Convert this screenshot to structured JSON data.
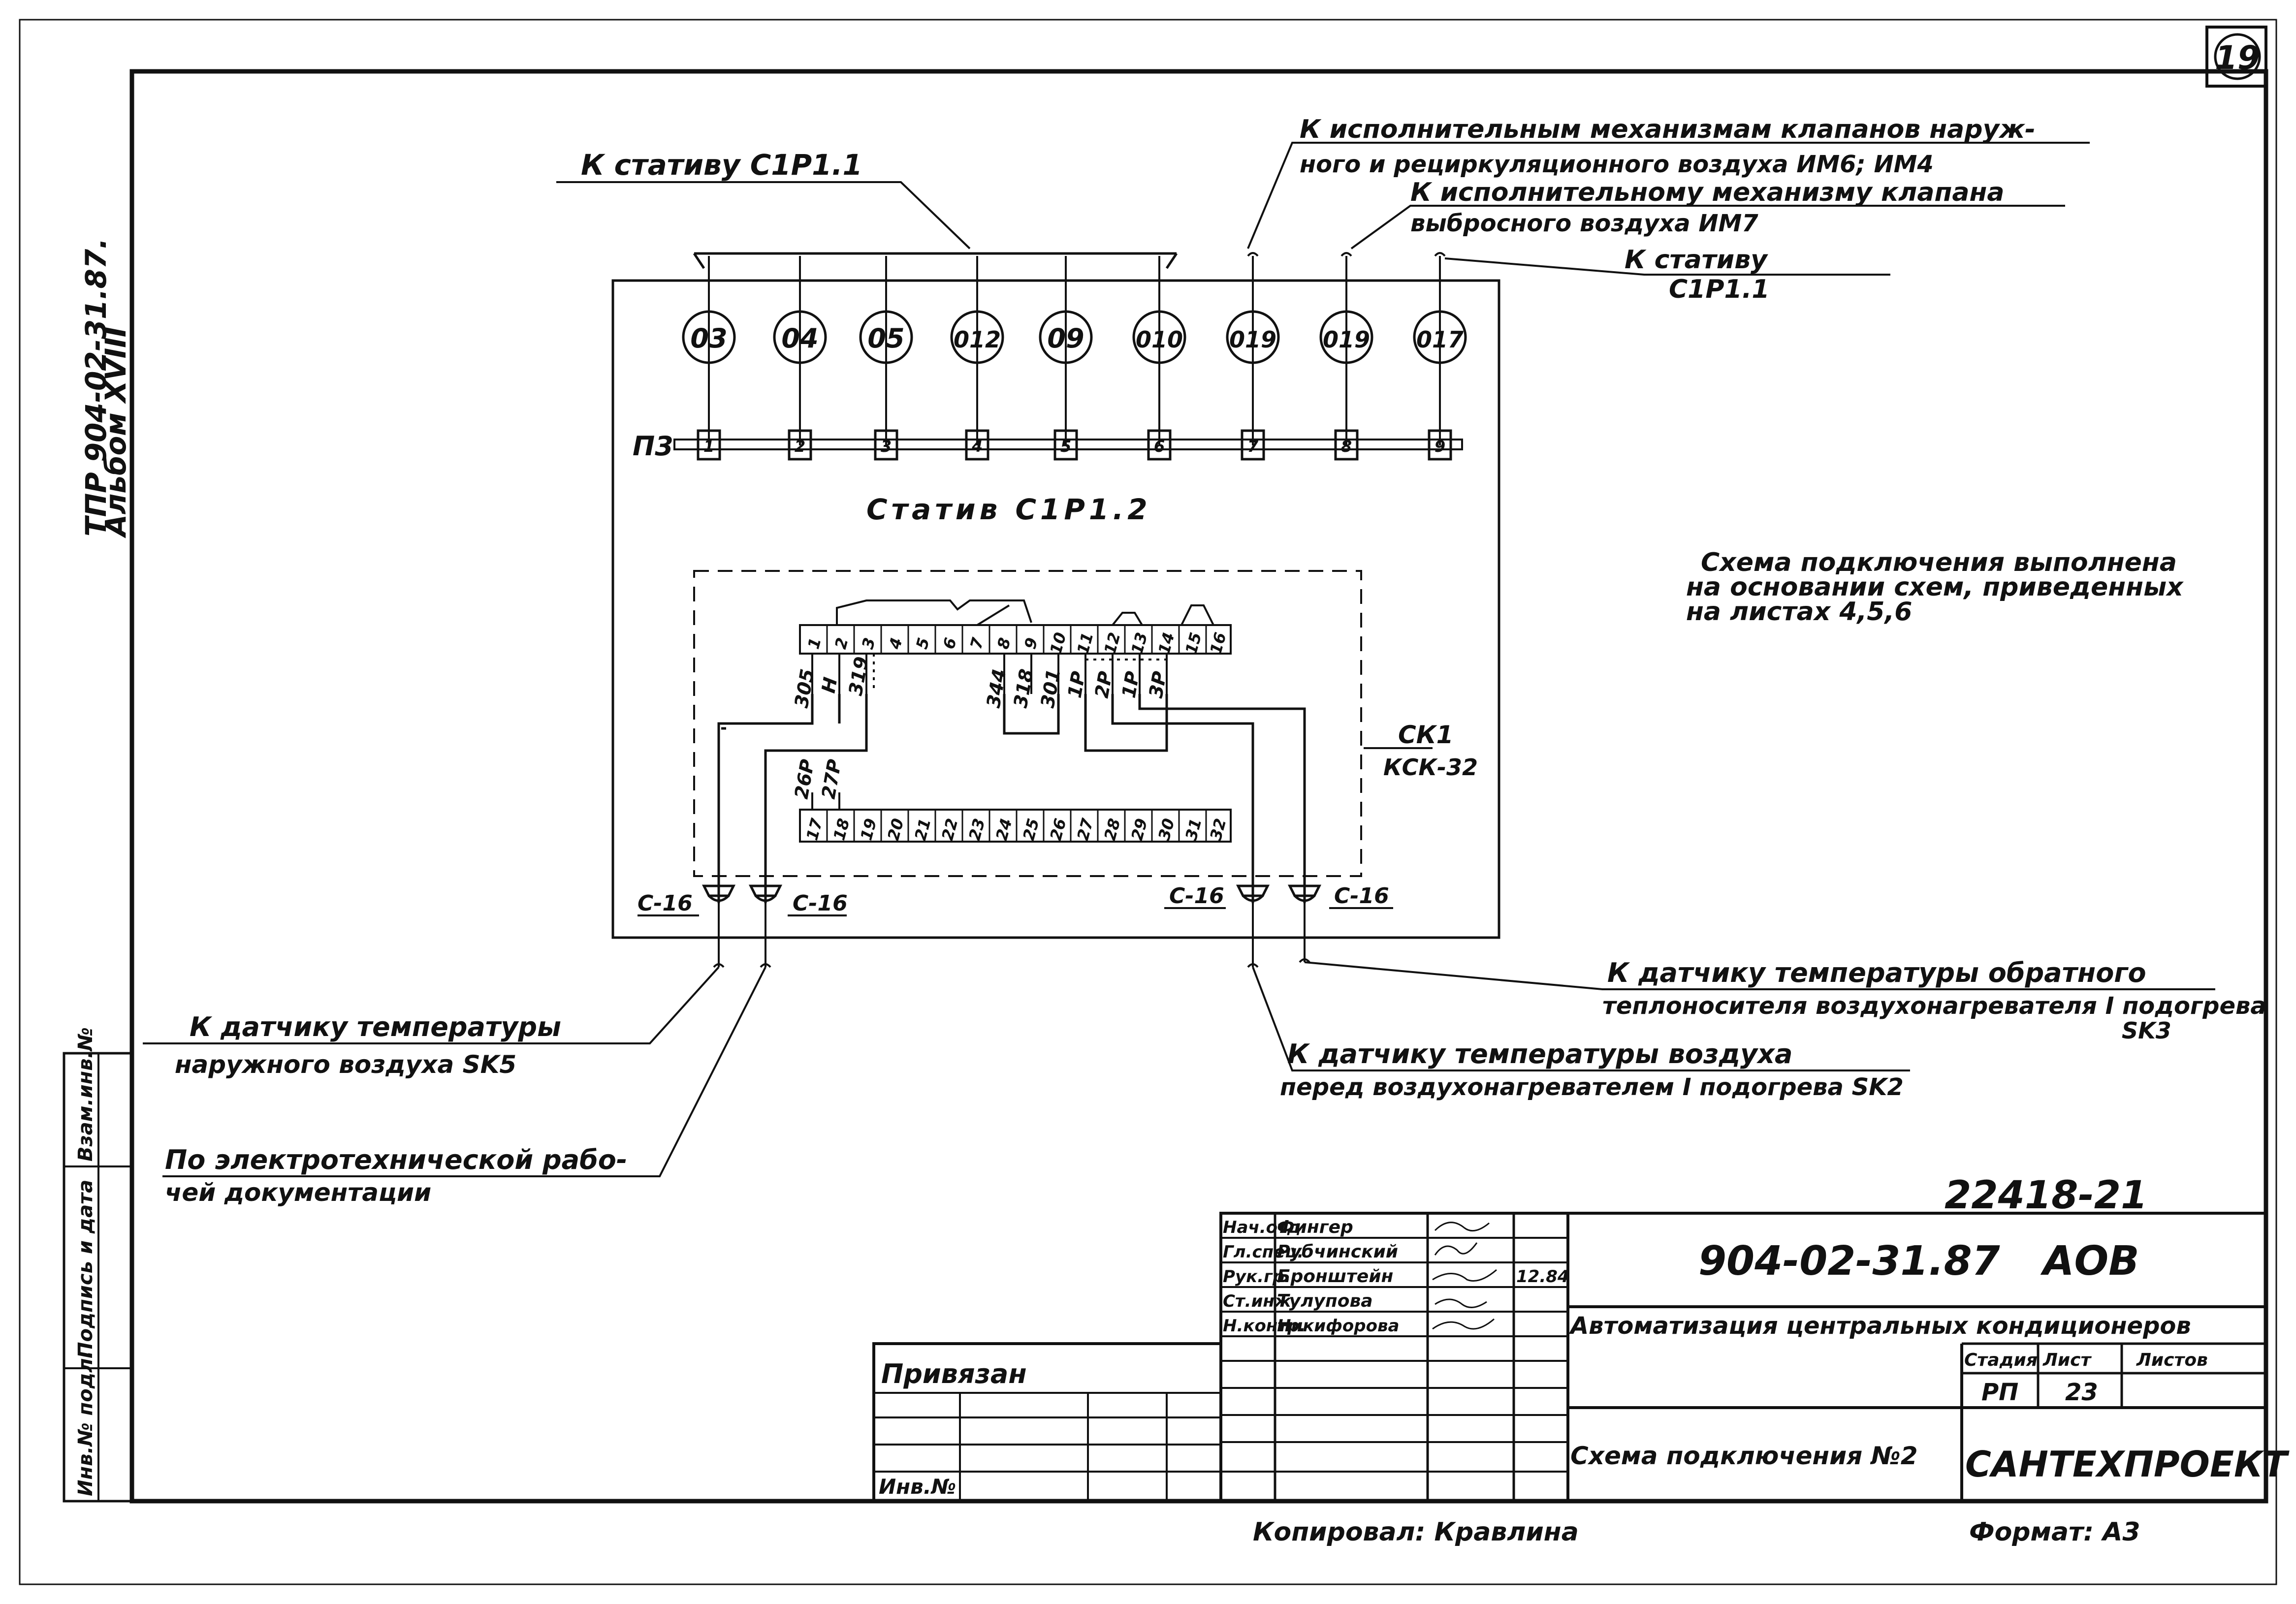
{
  "sheet_number": "19",
  "side_stamp": {
    "line1": "ТПР 904-02-31.87.",
    "line2": "Альбом XVIII"
  },
  "stand_top": {
    "label_top_left": "К стативу С1Р1.1",
    "label_actuators_line1": "К исполнительным механизмам клапанов наруж-",
    "label_actuators_line2": "ного и рециркуляционного воздуха ИМ6; ИМ4",
    "label_actuator7_line1": "К исполнительному механизму клапана",
    "label_actuator7_line2": "выбросного воздуха ИМ7",
    "label_right_line1": "К стативу",
    "label_right_line2": "С1Р1.1",
    "circles": [
      "03",
      "04",
      "05",
      "012",
      "09",
      "010",
      "019",
      "019",
      "017"
    ],
    "terminal_strip_label": "П3",
    "terminals": [
      "1",
      "2",
      "3",
      "4",
      "5",
      "6",
      "7",
      "8",
      "9"
    ],
    "stand_title": "Статив С1Р1.2"
  },
  "note": {
    "line1": "Схема подключения выполнена",
    "line2": "на основании схем, приведенных",
    "line3": "на листах 4,5,6"
  },
  "block": {
    "name": "СК1",
    "type": "КСК-32",
    "top_terminals": [
      "1",
      "2",
      "3",
      "4",
      "5",
      "6",
      "7",
      "8",
      "9",
      "10",
      "11",
      "12",
      "13",
      "14",
      "15",
      "16"
    ],
    "bottom_terminals": [
      "17",
      "18",
      "19",
      "20",
      "21",
      "22",
      "23",
      "24",
      "25",
      "26",
      "27",
      "28",
      "29",
      "30",
      "31",
      "32"
    ],
    "wire_labels_top": [
      "305",
      "Н",
      "319",
      "344",
      "318",
      "301",
      "1Р",
      "2Р",
      "1Р",
      "3Р"
    ],
    "wire_labels_bottom": [
      "26Р",
      "27Р"
    ],
    "glands": [
      "С-16",
      "С-16",
      "С-16",
      "С-16"
    ]
  },
  "leaders": {
    "outdoor_sensor_line1": "К датчику температуры",
    "outdoor_sensor_line2": "наружного воздуха SK5",
    "electrical_line1": "По электротехнической рабо-",
    "electrical_line2": "чей документации",
    "return_sensor_line1": "К датчику температуры обратного",
    "return_sensor_line2": "теплоносителя воздухонагревателя I подогрева",
    "return_sensor_line3": "SK3",
    "air_sensor_line1": "К датчику температуры воздуха",
    "air_sensor_line2": "перед воздухонагревателем I подогрева SK2"
  },
  "left_strip": [
    "Инв.№ подл.",
    "Подпись и дата",
    "Взам.инв.№"
  ],
  "title_block": {
    "handwritten_number": "22418-21",
    "roles": [
      "Нач.отд.",
      "Гл.спец.",
      "Рук.гр.",
      "Ст.инж.",
      "Н.контр."
    ],
    "names": [
      "Фингер",
      "Рубчинский",
      "Бронштейн",
      "Тулупова",
      "Никифорова"
    ],
    "date": "12.84",
    "doc_code": "904-02-31.87",
    "doc_suffix": "АОВ",
    "project_title": "Автоматизация центральных кондиционеров",
    "col_stage": "Стадия",
    "col_sheet": "Лист",
    "col_sheets": "Листов",
    "stage": "РП",
    "sheet": "23",
    "drawing_title": "Схема подключения №2",
    "org": "САНТЕХПРОЕКТ",
    "privyazan": "Привязан",
    "inv_no": "Инв.№"
  },
  "footer": {
    "copied": "Копировал: Кравлина",
    "format": "Формат: А3"
  }
}
